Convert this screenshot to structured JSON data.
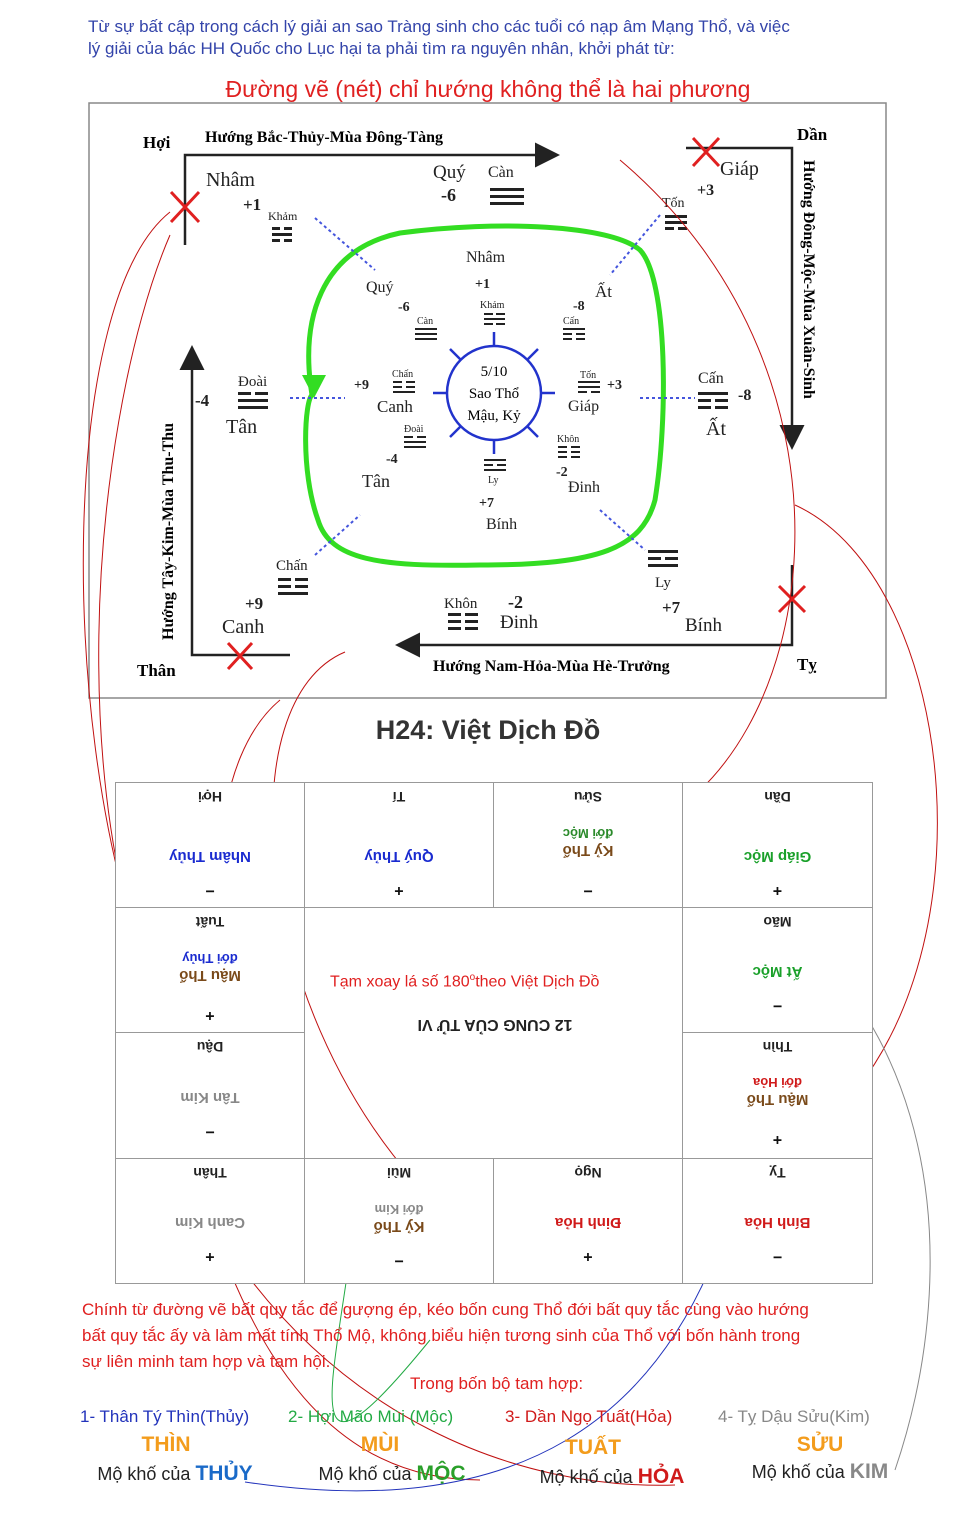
{
  "intro": {
    "line1": "Từ sự bất cập trong cách lý giải an sao Tràng sinh cho các tuổi có nạp âm Mạng Thổ, và việc",
    "line2": "lý giải của bác HH Quốc cho Lục hại ta phải tìm ra nguyên nhân, khởi phát từ:",
    "headline": "Đường vẽ (nét) chỉ hướng không thể là hai phương"
  },
  "diagram": {
    "corners": {
      "hoi": "Hợi",
      "dan": "Dần",
      "than": "Thân",
      "ty": "Tỵ"
    },
    "directions": {
      "top": "Hướng Bắc-Thủy-Mùa Đông-Tàng",
      "right": "Hướng Đông-Mộc-Mùa Xuân-Sinh",
      "bottom": "Hướng Nam-Hỏa-Mùa Hè-Trưởng",
      "left": "Hướng Tây-Kim-Mùa Thu-Thu"
    },
    "center": {
      "l1": "5/10",
      "l2": "Sao Thổ",
      "l3": "Mậu, Kỷ"
    },
    "outer": {
      "nham": "Nhâm",
      "nham_n": "+1",
      "khan": "Khảm",
      "quy": "Quý",
      "quy_n": "-6",
      "can": "Càn",
      "giap": "Giáp",
      "giap_n": "+3",
      "ton": "Tốn",
      "can2": "Cấn",
      "at_n": "-8",
      "at": "Ất",
      "ly": "Ly",
      "binh_n": "+7",
      "binh": "Bính",
      "khon": "Khôn",
      "dinh_n": "-2",
      "dinh": "Đinh",
      "chan": "Chấn",
      "canh_n": "+9",
      "canh": "Canh",
      "doai": "Đoài",
      "tan_n": "-4",
      "tan": "Tân"
    },
    "inner": {
      "nham": "Nhâm",
      "nham_n": "+1",
      "khan": "Khảm",
      "quy": "Quý",
      "quy_n": "-6",
      "can": "Càn",
      "at": "Ất",
      "at_n": "-8",
      "can2": "Cấn",
      "giap": "Giáp",
      "giap_n": "+3",
      "ton": "Tốn",
      "dinh": "Đinh",
      "dinh_n": "-2",
      "khon": "Khôn",
      "binh": "Bính",
      "binh_n": "+7",
      "ly": "Ly",
      "tan": "Tân",
      "tan_n": "-4",
      "doai": "Đoài",
      "canh": "Canh",
      "canh_n": "+9",
      "chan": "Chấn"
    }
  },
  "caption": "H24: Việt Dịch Đồ",
  "grid": {
    "hoi": {
      "branch": "Hợi",
      "stem": "Nhâm Thủy",
      "sign": "−"
    },
    "ti": {
      "branch": "Tí",
      "stem": "Quý Thủy",
      "sign": "+"
    },
    "suu": {
      "branch": "Sửu",
      "stem": "Kỷ Thổ",
      "stem2": "đới Mộc",
      "sign": "−"
    },
    "dan": {
      "branch": "Dần",
      "stem": "Giáp Mộc",
      "sign": "+"
    },
    "tuat": {
      "branch": "Tuất",
      "stem": "Mậu Thổ",
      "stem2": "đới Thủy",
      "sign": "+"
    },
    "mao": {
      "branch": "Mão",
      "stem": "Ất Mộc",
      "sign": "−"
    },
    "dau": {
      "branch": "Dậu",
      "stem": "Tân Kim",
      "sign": "−"
    },
    "thin": {
      "branch": "Thìn",
      "stem": "Mậu Thổ",
      "stem2": "đới Hỏa",
      "sign": "+"
    },
    "than": {
      "branch": "Thân",
      "stem": "Canh Kim",
      "sign": "+"
    },
    "mui": {
      "branch": "Mùi",
      "stem": "Kỷ Thổ",
      "stem2": "đới Kim",
      "sign": "−"
    },
    "ngo": {
      "branch": "Ngọ",
      "stem": "Đinh Hỏa",
      "sign": "+"
    },
    "ty": {
      "branch": "Tỵ",
      "stem": "Bính Hỏa",
      "sign": "−"
    },
    "note_prefix": "Tạm xoay lá số 180",
    "note_sup": "o",
    "note_suffix": "theo Việt Dịch Đồ",
    "center_title": "12 CUNG CỦA TỬ VI"
  },
  "bottom": {
    "para_l1": "Chính từ đường vẽ bất quy tắc để gượng ép, kéo bốn cung Thổ  đới  bất quy tắc cùng vào hướng",
    "para_l2": "bất quy tắc ấy và làm mất tính Thổ Mộ, không biểu hiện tương sinh của Thổ với bốn hành trong",
    "para_l3": "sự liên minh tam hợp và tam hội.",
    "sub": "Trong bốn bộ tam hợp:",
    "groups": [
      {
        "label": "1- Thân Tý Thìn(Thủy)",
        "kho": "THÌN",
        "mo": "Mộ khố của",
        "elem": "THỦY"
      },
      {
        "label": "2- Hợi Mão Mùi (Mộc)",
        "kho": "MÙI",
        "mo": "Mộ khố của",
        "elem": "MỘC"
      },
      {
        "label": "3- Dần Ngọ Tuất(Hỏa)",
        "kho": "TUẤT",
        "mo": "Mộ khố của",
        "elem": "HỎA"
      },
      {
        "label": "4- Tỵ Dậu Sửu(Kim)",
        "kho": "SỬU",
        "mo": "Mộ khố của",
        "elem": "KIM"
      }
    ]
  }
}
